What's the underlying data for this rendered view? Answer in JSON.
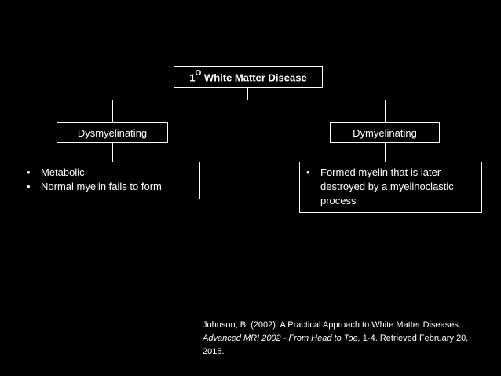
{
  "diagram": {
    "root": {
      "label": "1",
      "superscript": "O",
      "label_rest": " White Matter Disease"
    },
    "left": {
      "label": "Dysmyelinating",
      "details": [
        "Metabolic",
        "Normal  myelin fails to form"
      ]
    },
    "right": {
      "label": "Dymyelinating",
      "details": [
        "Formed myelin that is later destroyed by a myelinoclastic process"
      ]
    }
  },
  "citation": {
    "line1": "Johnson, B. (2002). A Practical Approach to White Matter Diseases.",
    "source_italic": "Advanced MRI 2002 - From Head to Toe,",
    "rest": " 1-4. Retrieved February  20, 2015."
  },
  "colors": {
    "background": "#000000",
    "foreground": "#ffffff"
  }
}
